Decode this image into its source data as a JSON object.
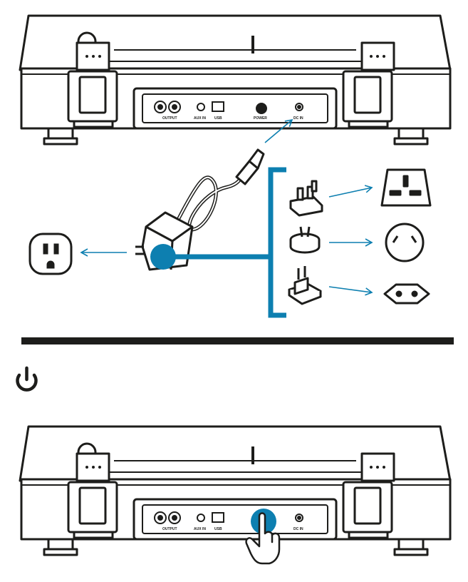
{
  "colors": {
    "ink": "#1d1d1b",
    "accent": "#0d7fb0",
    "paper": "#ffffff"
  },
  "rear_panel_top": {
    "output_label": "OUTPUT",
    "aux_label": "AUX IN",
    "usb_label": "USB",
    "power_label": "POWER",
    "dc_label": "DC IN"
  },
  "rear_panel_bottom": {
    "output_label": "OUTPUT",
    "aux_label": "AUX IN",
    "usb_label": "USB",
    "dc_label": "DC IN"
  },
  "icons": {
    "adapter": "power-adapter-icon",
    "us_outlet": "us-wall-outlet-icon",
    "uk_plug": "uk-plug-adapter-icon",
    "uk_socket": "uk-socket-icon",
    "au_plug": "au-plug-adapter-icon",
    "au_socket": "au-socket-icon",
    "eu_plug": "eu-plug-adapter-icon",
    "eu_socket": "eu-socket-icon",
    "power_symbol": "power-symbol-icon",
    "hand": "hand-press-icon"
  }
}
